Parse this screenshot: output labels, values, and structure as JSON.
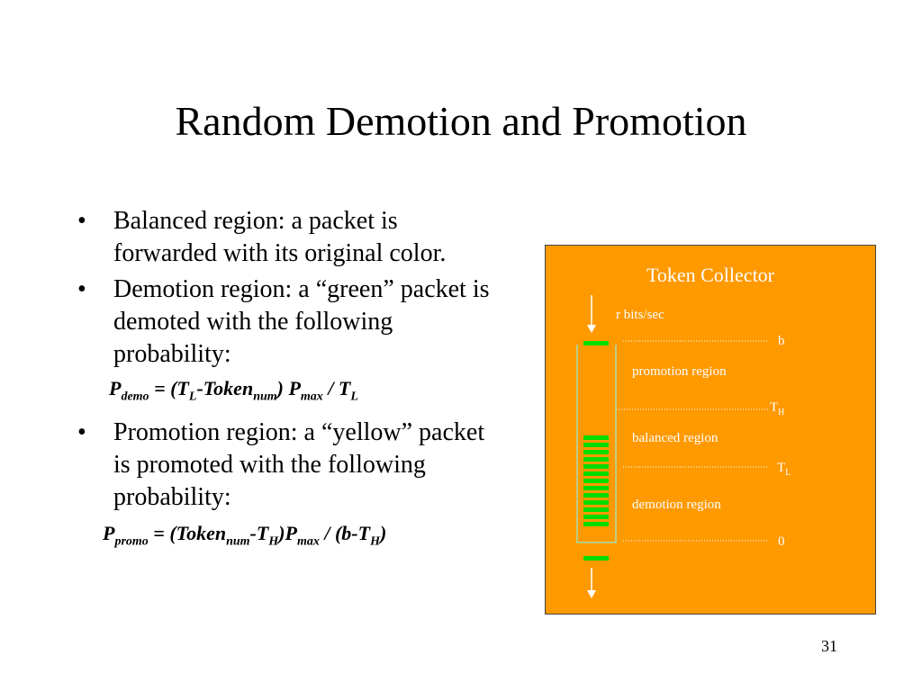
{
  "title": "Random Demotion and Promotion",
  "bullets": [
    "Balanced region: a packet is forwarded with its original color.",
    "Demotion region: a “green” packet is demoted with the following probability:",
    "Promotion region: a “yellow” packet is promoted with the following probability:"
  ],
  "bullet_glyph": "•",
  "formula_demo": {
    "p": "P",
    "p_sub": "demo",
    "eq": " = (T",
    "tl_sub": "L",
    "mid": "-Token",
    "num_sub": "num",
    "close": ") P",
    "max_sub": "max",
    "div": " / T",
    "tl2_sub": "L"
  },
  "formula_promo": {
    "p": "P",
    "p_sub": "promo",
    "eq": " = (Token",
    "num_sub": "num",
    "mid": "-T",
    "th_sub": "H",
    "close": ")P",
    "max_sub": "max",
    "div": " / (b-T",
    "th2_sub": "H",
    "end": ")"
  },
  "diagram": {
    "title": "Token Collector",
    "rate": "r bits/sec",
    "b": "b",
    "promotion": "promotion region",
    "th": "T",
    "th_sub": "H",
    "balanced": "balanced region",
    "tl": "T",
    "tl_sub": "L",
    "demotion": "demotion region",
    "zero": "0",
    "colors": {
      "panel": "#ff9900",
      "token": "#00dd00",
      "text": "#ffffff"
    }
  },
  "slide_number": "31"
}
